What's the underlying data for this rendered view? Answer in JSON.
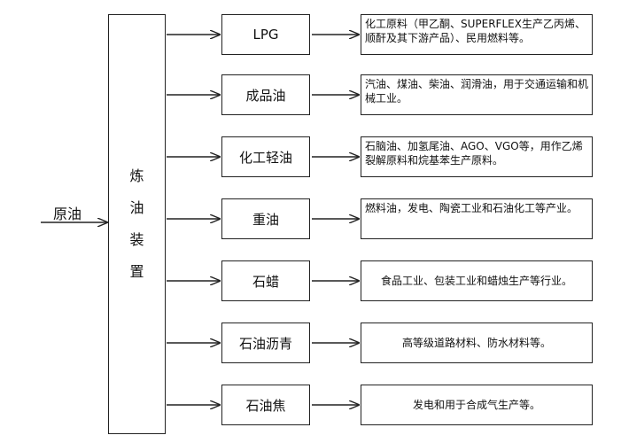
{
  "input_label": "原油",
  "unit_chars": [
    "炼",
    "油",
    "装",
    "置"
  ],
  "products": [
    {
      "name": "LPG",
      "desc": "化工原料（甲乙酮、SUPERFLEX生产乙丙烯、顺酐及其下游产品）、民用燃料等。"
    },
    {
      "name": "成品油",
      "desc": "汽油、煤油、柴油、润滑油，用于交通运输和机械工业。"
    },
    {
      "name": "化工轻油",
      "desc": "石脑油、加氢尾油、AGO、VGO等，用作乙烯裂解原料和烷基苯生产原料。"
    },
    {
      "name": "重油",
      "desc": "燃料油，发电、陶瓷工业和石油化工等产业。"
    },
    {
      "name": "石蜡",
      "desc": "食品工业、包装工业和蜡烛生产等行业。"
    },
    {
      "name": "石油沥青",
      "desc": "高等级道路材料、防水材料等。"
    },
    {
      "name": "石油焦",
      "desc": "发电和用于合成气生产等。"
    }
  ]
}
